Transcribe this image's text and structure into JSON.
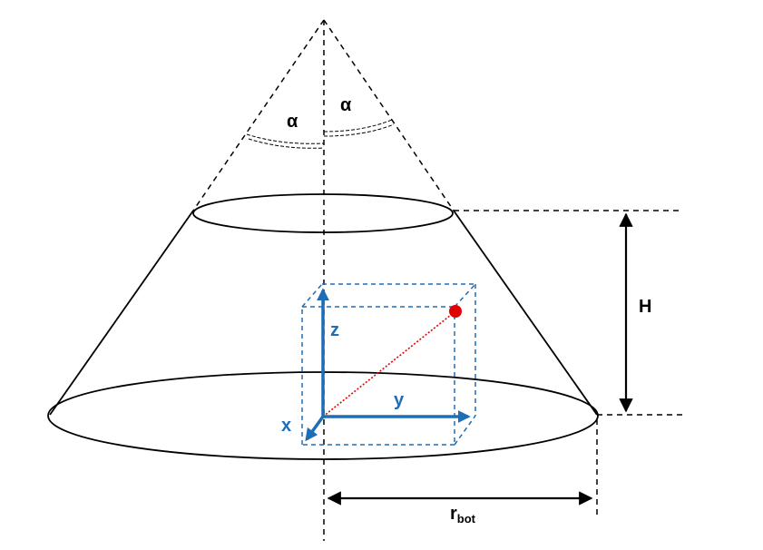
{
  "labels": {
    "alpha_left": "α",
    "alpha_right": "α",
    "height": "H",
    "axis_x": "x",
    "axis_y": "y",
    "axis_z": "z",
    "radius_main": "r",
    "radius_sub": "bot"
  },
  "colors": {
    "line": "#000000",
    "axis": "#1f6db5",
    "point": "#e00000",
    "background": "#ffffff"
  }
}
